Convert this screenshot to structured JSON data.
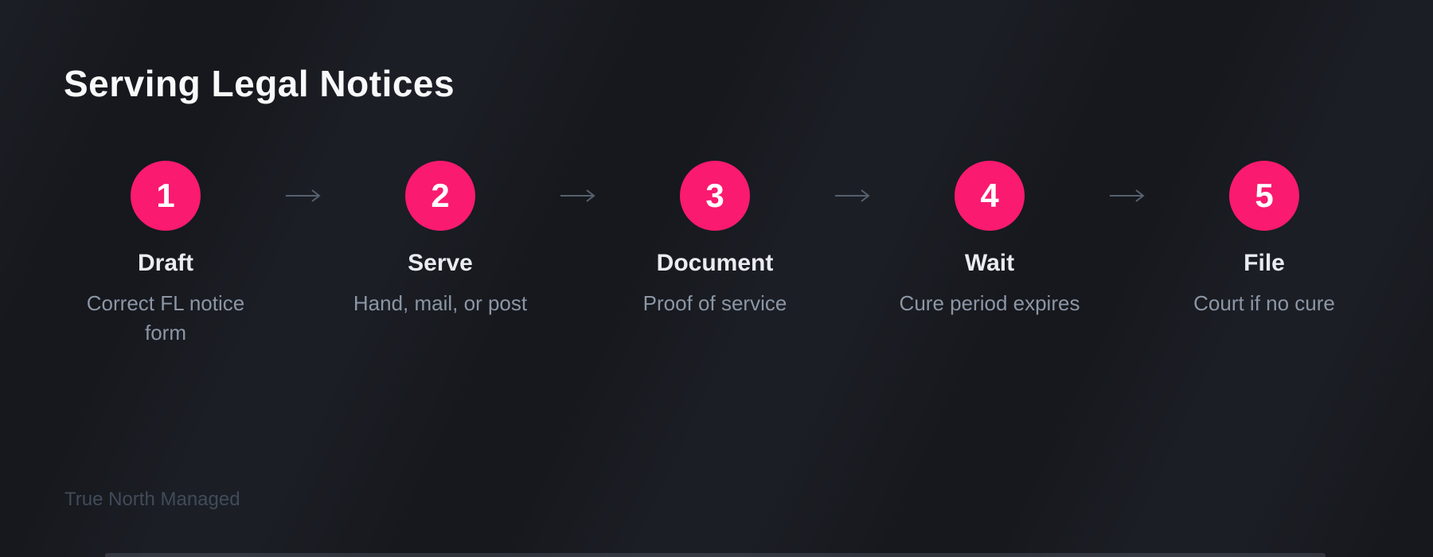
{
  "title": "Serving Legal Notices",
  "colors": {
    "accent_pink": "#fa1a70",
    "background": "#16181d",
    "label_text": "#e9ecf1",
    "description_text": "#8c96a5",
    "arrow": "#57616f",
    "footer_text": "#414b59"
  },
  "steps": [
    {
      "number": "1",
      "label": "Draft",
      "description": "Correct FL notice form"
    },
    {
      "number": "2",
      "label": "Serve",
      "description": "Hand, mail, or post"
    },
    {
      "number": "3",
      "label": "Document",
      "description": "Proof of service"
    },
    {
      "number": "4",
      "label": "Wait",
      "description": "Cure period expires"
    },
    {
      "number": "5",
      "label": "File",
      "description": "Court if no cure"
    }
  ],
  "footer": {
    "brand": "True North Managed"
  }
}
